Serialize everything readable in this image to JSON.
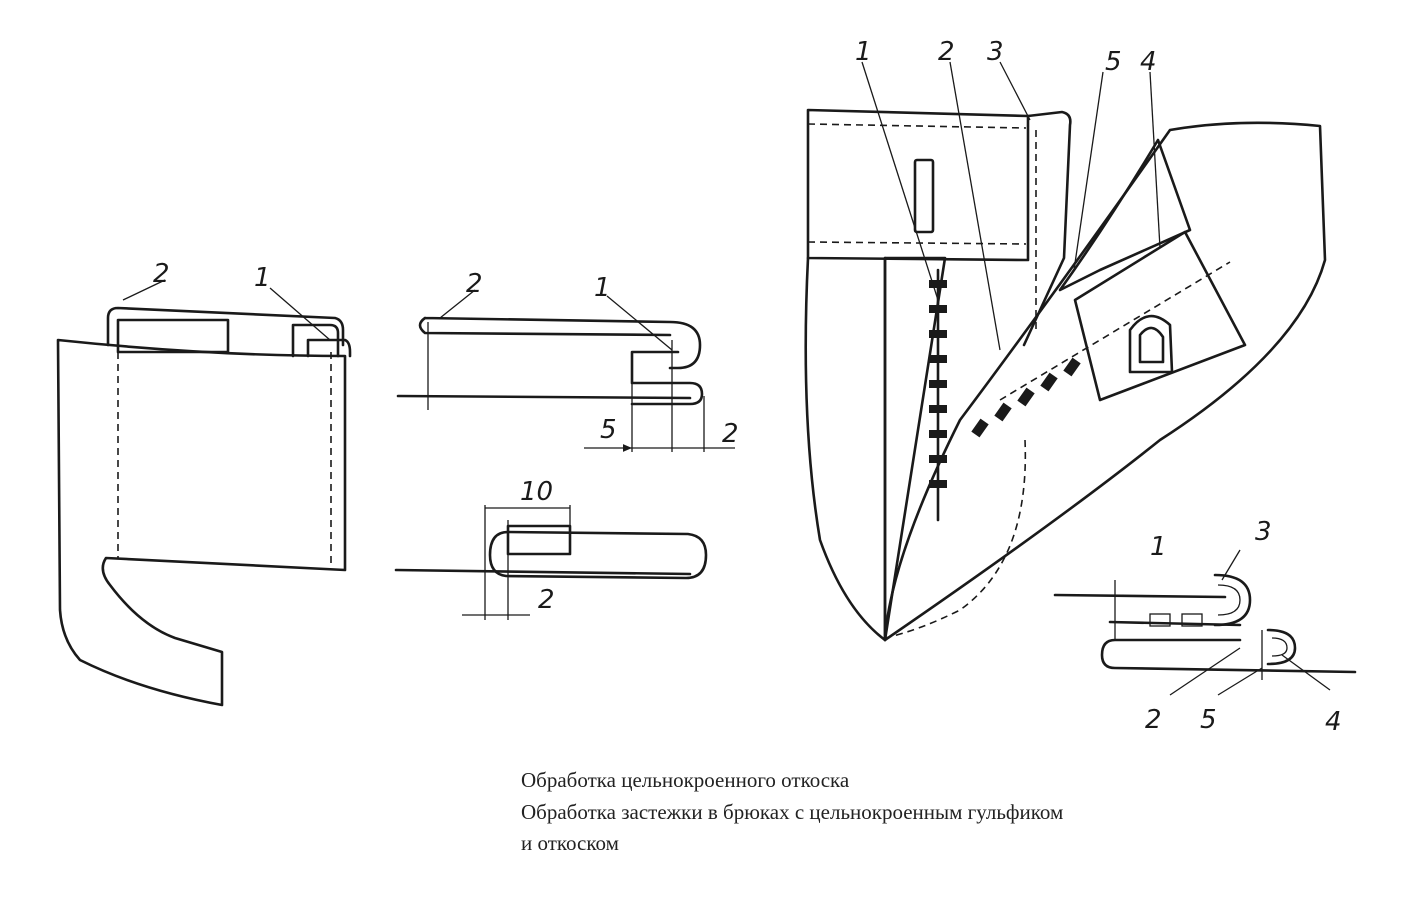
{
  "caption": {
    "line1": "Обработка цельнокроенного откоска",
    "line2": "Обработка застежки в брюках с цельнокроенным гульфиком",
    "line3": "и откоском"
  },
  "fig_left": {
    "label_2": "2",
    "label_1": "1"
  },
  "fig_mid_top": {
    "label_2": "2",
    "label_1": "1",
    "dim_5": "5",
    "dim_2": "2"
  },
  "fig_mid_bottom": {
    "dim_10": "10",
    "dim_2": "2"
  },
  "fig_right": {
    "label_1": "1",
    "label_2": "2",
    "label_3": "3",
    "label_5": "5",
    "label_4": "4"
  },
  "fig_right_section": {
    "label_1": "1",
    "label_3": "3",
    "label_2": "2",
    "label_5": "5",
    "label_4": "4"
  }
}
